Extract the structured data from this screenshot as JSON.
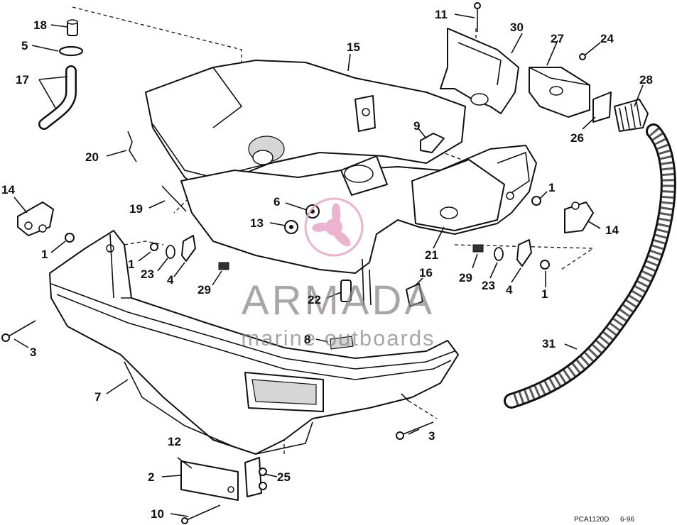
{
  "watermark": {
    "brand": "ARMADA",
    "tagline": "marine outboards",
    "logo_color": "#e8a6c6",
    "text_color": "#8a8486"
  },
  "drawing_code": "PCA1120D",
  "drawing_date": "6-96",
  "callouts": {
    "c1a": "1",
    "c1b": "1",
    "c1c": "1",
    "c1d": "1",
    "c2": "2",
    "c3a": "3",
    "c3b": "3",
    "c4a": "4",
    "c4b": "4",
    "c5": "5",
    "c6": "6",
    "c7": "7",
    "c8": "8",
    "c9": "9",
    "c10": "10",
    "c11": "11",
    "c12": "12",
    "c13": "13",
    "c14a": "14",
    "c14b": "14",
    "c15": "15",
    "c16": "16",
    "c17": "17",
    "c18": "18",
    "c19": "19",
    "c20": "20",
    "c21": "21",
    "c22": "22",
    "c23a": "23",
    "c23b": "23",
    "c24": "24",
    "c25": "25",
    "c26": "26",
    "c27": "27",
    "c28": "28",
    "c29a": "29",
    "c29b": "29",
    "c30": "30",
    "c31": "31"
  }
}
